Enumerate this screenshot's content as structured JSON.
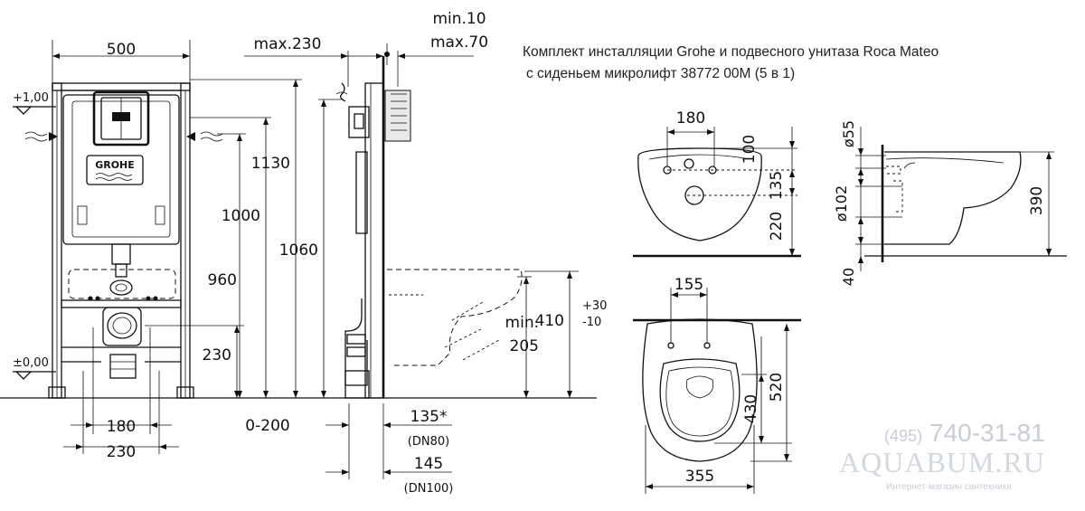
{
  "caption": {
    "line1": "Комплект инсталляции Grohe и подвесного унитаза Roca Mateo",
    "line2": "с сиденьем микролифт 38772 00M (5 в 1)"
  },
  "front_view": {
    "width": "500",
    "h_1130": "1130",
    "h_1000": "1000",
    "h_960": "960",
    "h_230": "230",
    "w_180": "180",
    "w_230": "230",
    "level_top": "+1,00",
    "level_zero": "±0,00",
    "logo": "GROHE"
  },
  "side_view": {
    "max230": "max.230",
    "min10": "min.10",
    "max70": "max.70",
    "h_1060": "1060",
    "range": "0-200",
    "h_410": "410",
    "tol_plus": "+30",
    "tol_minus": "-10",
    "min_label": "min.",
    "min_value": "205",
    "d135": "135*",
    "dn80": "(DN80)",
    "d145": "145",
    "dn100": "(DN100)"
  },
  "bowl_front": {
    "d180": "180",
    "d100": "100",
    "d135": "135",
    "d220": "220"
  },
  "bowl_side": {
    "d55": "ø55",
    "d102": "ø102",
    "d390": "390",
    "d40": "40"
  },
  "bowl_top": {
    "d155": "155",
    "d430": "430",
    "d520": "520",
    "d355": "355"
  },
  "watermark": {
    "phone_code": "(495)",
    "phone": "740-31-81",
    "site": "AQUABUM.RU",
    "tagline": "Интернет-магазин сантехники"
  }
}
